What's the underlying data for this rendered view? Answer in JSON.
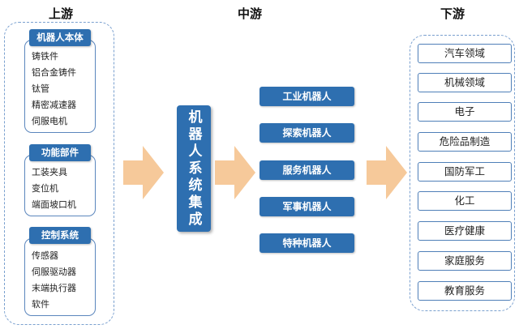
{
  "columns": {
    "upstream": "上游",
    "midstream": "中游",
    "downstream": "下游"
  },
  "upstream": [
    {
      "title": "机器人本体",
      "items": [
        "铸铁件",
        "铝合金铸件",
        "钛管",
        "精密减速器",
        "伺服电机"
      ]
    },
    {
      "title": "功能部件",
      "items": [
        "工装夹具",
        "变位机",
        "端面坡口机"
      ]
    },
    {
      "title": "控制系统",
      "items": [
        "传感器",
        "伺服驱动器",
        "末端执行器",
        "软件"
      ]
    }
  ],
  "center": {
    "label": "机器人系统集成"
  },
  "midstream": [
    "工业机器人",
    "探索机器人",
    "服务机器人",
    "军事机器人",
    "特种机器人"
  ],
  "downstream": [
    "汽车领域",
    "机械领域",
    "电子",
    "危险品制造",
    "国防军工",
    "化工",
    "医疗健康",
    "家庭服务",
    "教育服务"
  ],
  "colors": {
    "primary": "#2e6fb0",
    "arrow": "#f6c99a",
    "dashed_border": "#7aa0cf"
  }
}
